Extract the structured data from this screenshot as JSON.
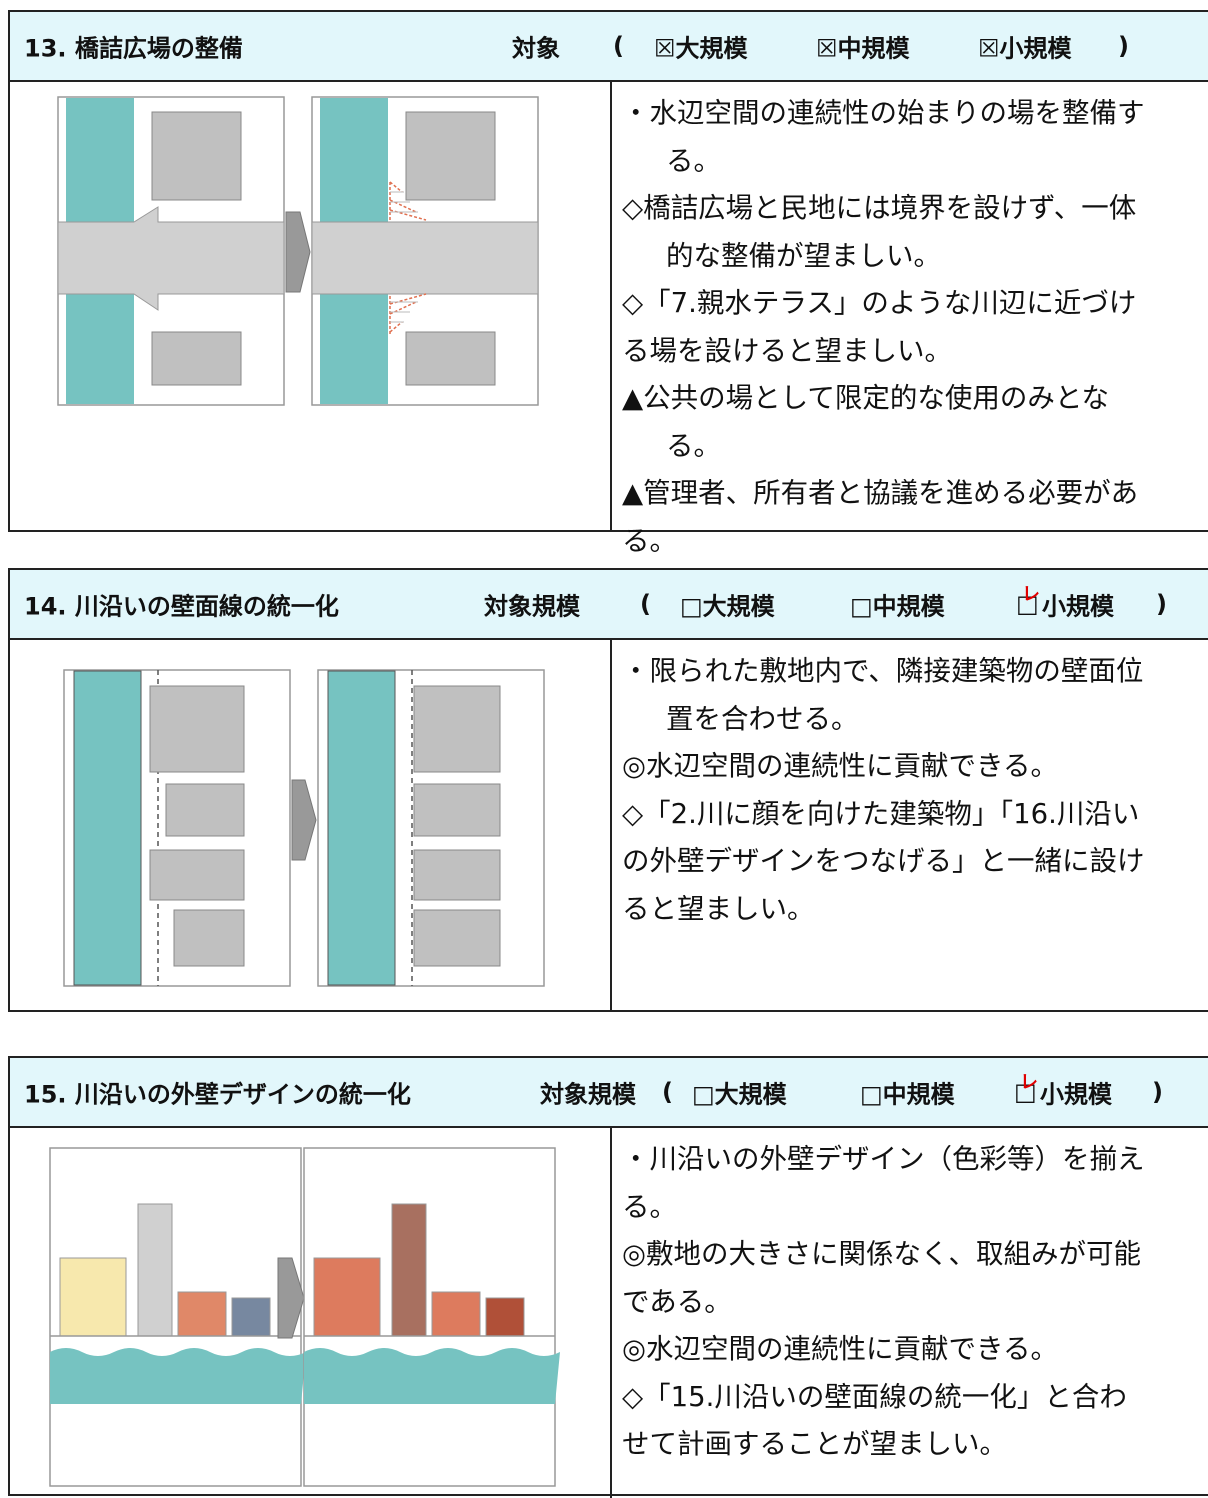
{
  "sections": [
    {
      "title": "13. 橋詰広場の整備",
      "target_label": "対象",
      "paren_open": "(",
      "paren_close": ")",
      "options": [
        "☒大規模",
        "☒中規模",
        "☒小規模"
      ],
      "lines": [
        "・水辺空間の連続性の始まりの場を整備す",
        "る。",
        "◇橋詰広場と民地には境界を設けず、一体",
        "的な整備が望ましい。",
        "◇「7.親水テラス」のような川辺に近づけ",
        "る場を設けると望ましい。",
        "▲公共の場として限定的な使用のみとな",
        "る。",
        "▲管理者、所有者と協議を進める必要があ",
        "る。"
      ]
    },
    {
      "title": "14. 川沿いの壁面線の統一化",
      "target_label": "対象規模",
      "paren_open": "(",
      "paren_close": ")",
      "options": [
        "□大規模",
        "□中規模",
        "小規模"
      ],
      "check_mark": "レ",
      "lines": [
        "・限られた敷地内で、隣接建築物の壁面位",
        "置を合わせる。",
        "◎水辺空間の連続性に貢献できる。",
        "◇「2.川に顔を向けた建築物」「16.川沿い",
        "の外壁デザインをつなげる」と一緒に設け",
        "ると望ましい。"
      ]
    },
    {
      "title": "15. 川沿いの外壁デザインの統一化",
      "target_label": "対象規模",
      "paren_open": "(",
      "paren_close": ")",
      "options": [
        "□大規模",
        "□中規模",
        "小規模"
      ],
      "check_mark": "レ",
      "lines": [
        "・川沿いの外壁デザイン（色彩等）を揃え",
        "る。",
        "◎敷地の大きさに関係なく、取組みが可能",
        "である。",
        "◎水辺空間の連続性に貢献できる。",
        "◇「15.川沿いの壁面線の統一化」と合わ",
        "せて計画することが望ましい。"
      ]
    }
  ],
  "colors": {
    "header_bg": "#e2f7fb",
    "water": "#76c3c1",
    "building": "#c0c0c0",
    "road": "#d0d0d0",
    "check_red": "#e00000"
  }
}
